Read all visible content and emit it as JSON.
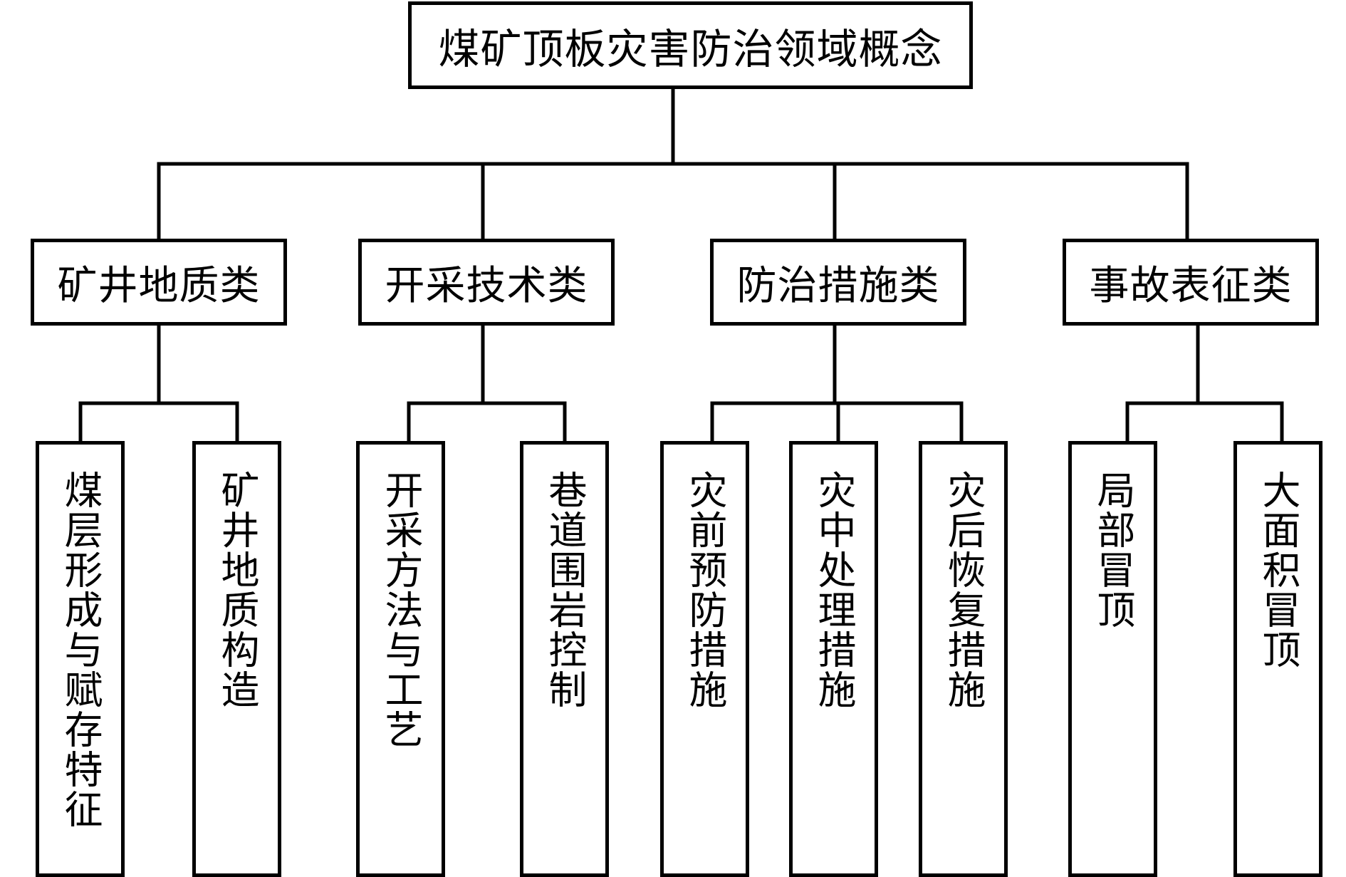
{
  "root": {
    "label": "煤矿顶板灾害防治领域概念"
  },
  "categories": [
    {
      "label": "矿井地质类",
      "children": [
        {
          "label": "煤层形成与赋存特征"
        },
        {
          "label": "矿井地质构造"
        }
      ]
    },
    {
      "label": "开采技术类",
      "children": [
        {
          "label": "开采方法与工艺"
        },
        {
          "label": "巷道围岩控制"
        }
      ]
    },
    {
      "label": "防治措施类",
      "children": [
        {
          "label": "灾前预防措施"
        },
        {
          "label": "灾中处理措施"
        },
        {
          "label": "灾后恢复措施"
        }
      ]
    },
    {
      "label": "事故表征类",
      "children": [
        {
          "label": "局部冒顶"
        },
        {
          "label": "大面积冒顶"
        }
      ]
    }
  ]
}
